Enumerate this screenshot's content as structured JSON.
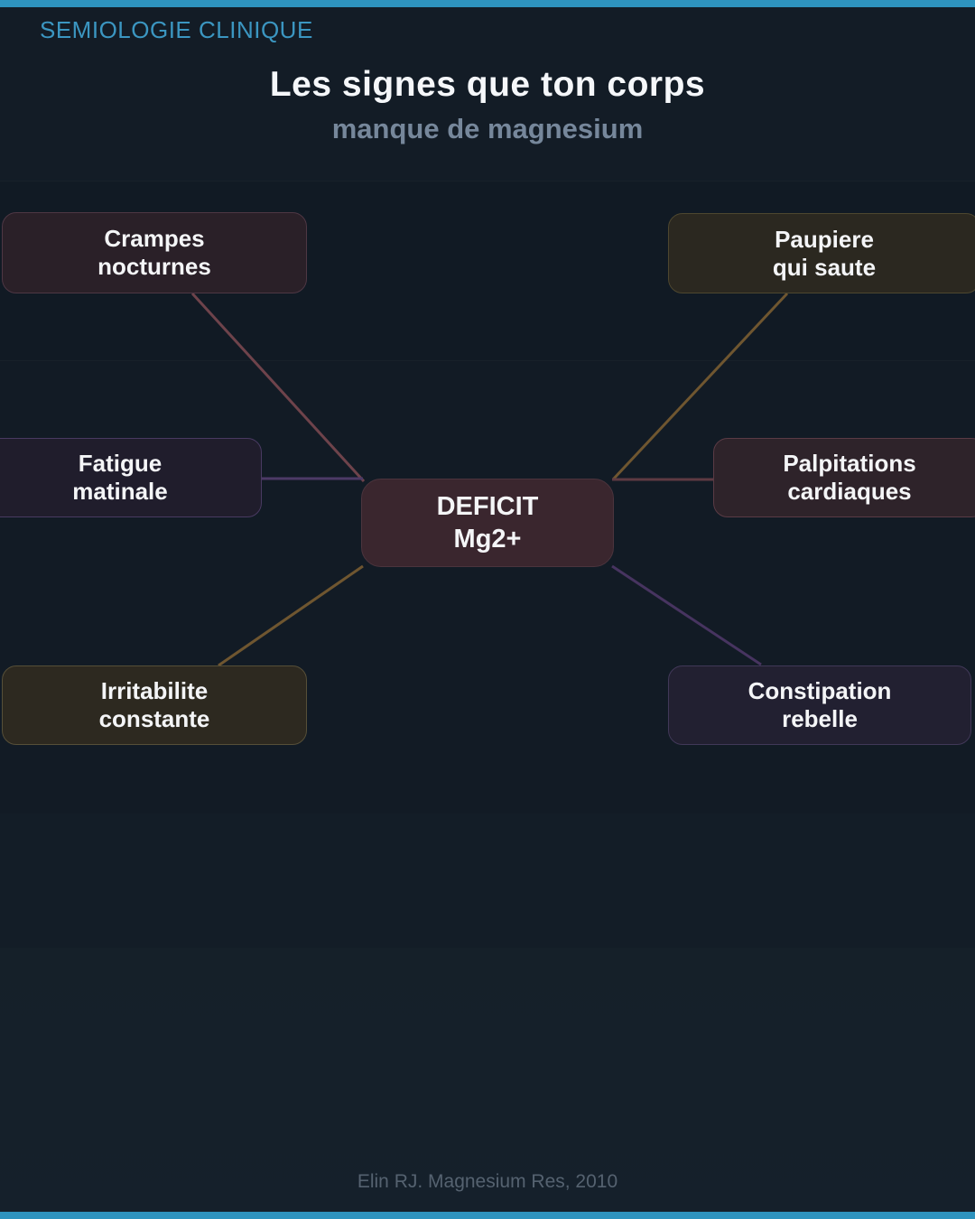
{
  "header": {
    "eyebrow": "SEMIOLOGIE CLINIQUE",
    "title": "Les signes que ton corps",
    "subtitle": "manque de magnesium"
  },
  "colors": {
    "accent_bar": "#2e93be",
    "eyebrow_text": "#3b96c1",
    "background": "#121b25",
    "center_node_bg": "#3a262e",
    "maroon_line": "#6e434b",
    "gold_line": "#6f5630",
    "purple_line": "#4c3a66"
  },
  "diagram": {
    "center": {
      "line1": "DEFICIT",
      "line2": "Mg2+"
    },
    "nodes": [
      {
        "id": "crampes",
        "line1": "Crampes",
        "line2": "nocturnes"
      },
      {
        "id": "paupiere",
        "line1": "Paupiere",
        "line2": "qui saute"
      },
      {
        "id": "fatigue",
        "line1": "Fatigue",
        "line2": "matinale"
      },
      {
        "id": "palpitations",
        "line1": "Palpitations",
        "line2": "cardiaques"
      },
      {
        "id": "irritabilite",
        "line1": "Irritabilite",
        "line2": "constante"
      },
      {
        "id": "constipation",
        "line1": "Constipation",
        "line2": "rebelle"
      }
    ],
    "connectors": [
      {
        "from": "crampes",
        "to": "center",
        "color": "#6e434b"
      },
      {
        "from": "paupiere",
        "to": "center",
        "color": "#6f5630"
      },
      {
        "from": "fatigue",
        "to": "center",
        "color": "#4c3a66"
      },
      {
        "from": "palpitations",
        "to": "center",
        "color": "#5e3a42"
      },
      {
        "from": "center",
        "to": "irritabilite",
        "color": "#6f5630"
      },
      {
        "from": "center",
        "to": "constipation",
        "color": "#473460"
      }
    ]
  },
  "footer": {
    "citation": "Elin RJ. Magnesium Res, 2010"
  }
}
